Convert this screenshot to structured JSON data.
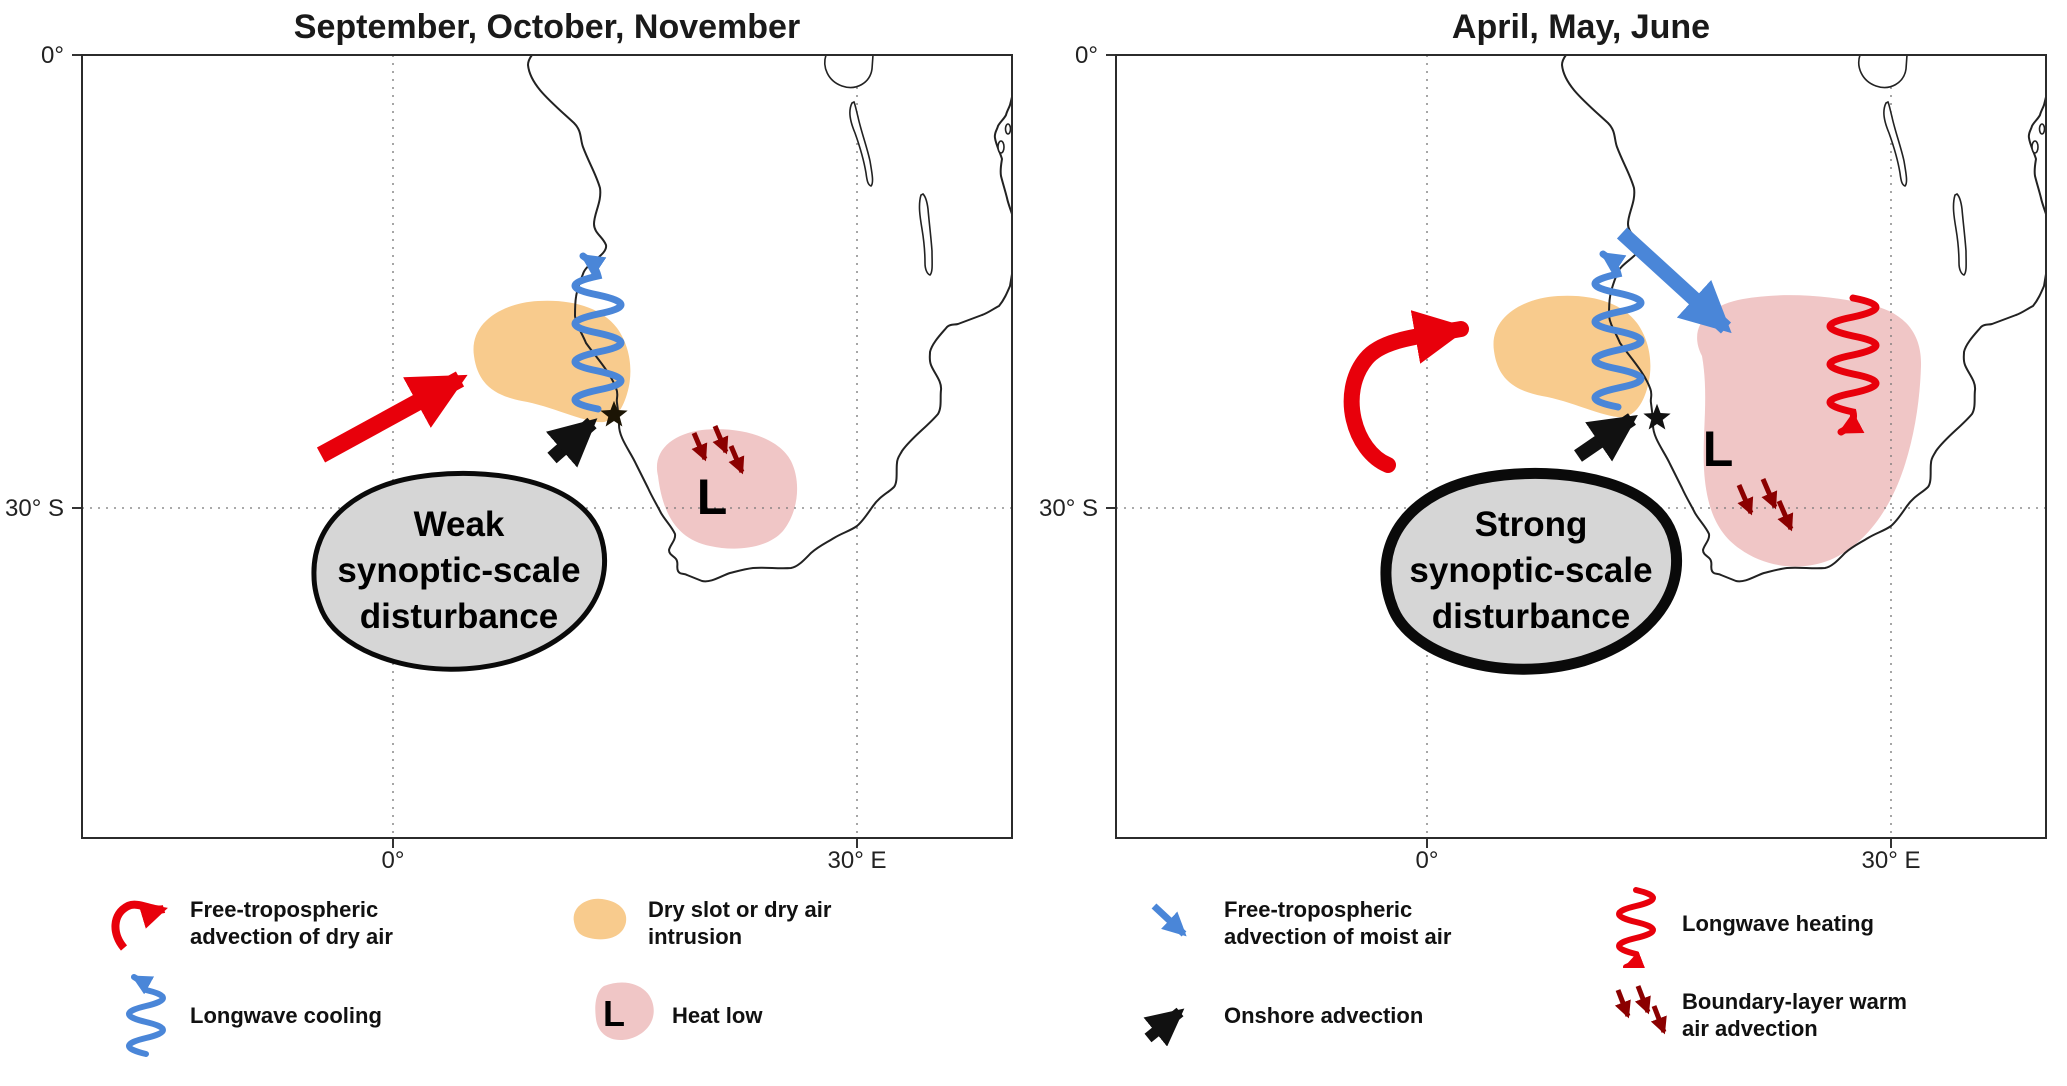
{
  "panels": [
    {
      "title": "September, October, November",
      "axes": {
        "lat": [
          "0°",
          "30° S"
        ],
        "lon": [
          "0°",
          "30° E"
        ]
      },
      "map": {
        "heat_low_label": "L",
        "disturbance_lines": [
          "Weak",
          "synoptic-scale",
          "disturbance"
        ]
      },
      "legend": [
        {
          "icon": "red-curved-arrow-icon",
          "label": "Free-tropospheric advection of dry air"
        },
        {
          "icon": "dry-slot-swatch-icon",
          "label": "Dry slot or dry air intrusion"
        },
        {
          "icon": "blue-wavy-arrow-icon",
          "label": "Longwave cooling"
        },
        {
          "icon": "heat-low-swatch-icon",
          "letter": "L",
          "label": "Heat low"
        }
      ]
    },
    {
      "title": "April, May, June",
      "axes": {
        "lat": [
          "0°",
          "30° S"
        ],
        "lon": [
          "0°",
          "30° E"
        ]
      },
      "map": {
        "heat_low_label": "L",
        "disturbance_lines": [
          "Strong",
          "synoptic-scale",
          "disturbance"
        ]
      },
      "legend": [
        {
          "icon": "blue-straight-arrow-icon",
          "label": "Free-tropospheric advection of moist air"
        },
        {
          "icon": "red-wavy-arrow-icon",
          "label": "Longwave heating"
        },
        {
          "icon": "black-arrow-icon",
          "label": "Onshore advection"
        },
        {
          "icon": "dark-red-arrows-icon",
          "label": "Boundary-layer warm air advection"
        }
      ]
    }
  ],
  "colors": {
    "dry_air_red": "#e8000b",
    "moist_air_blue": "#4a86d8",
    "warm_advection_dark_red": "#8b0000",
    "dry_slot_fill": "#f8cb8d",
    "heat_low_fill": "#f0c6c6",
    "disturbance_fill": "#d6d6d6",
    "onshore_black": "#111111"
  }
}
